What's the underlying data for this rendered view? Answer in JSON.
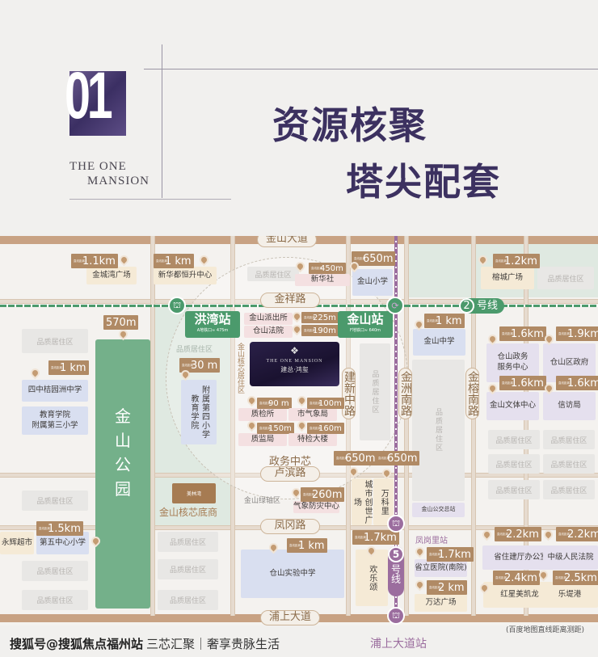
{
  "header": {
    "number": "01",
    "brand_line1": "THE ONE",
    "brand_line2": "MANSION",
    "title_line1": "资源核聚",
    "title_line2": "塔尖配套"
  },
  "colors": {
    "badge": "#b08a65",
    "line2": "#4b9a6c",
    "line5": "#9b6d9e",
    "title": "#3c3160",
    "park": "#74b08a"
  },
  "badge_prefix": "直线距离",
  "residential_label": "品质居住区",
  "roads": {
    "jinshan_dadao": "金山大道",
    "jinxiang_lu": "金祥路",
    "lubin_lu": "卢滨路",
    "fenggang_lu": "凤冈路",
    "pushang_dadao": "浦上大道",
    "jianxin_zhonglu": "建新中路",
    "jinzhou_nanlu": "金洲南路",
    "jinrong_nanlu": "金榕南路"
  },
  "metro": {
    "hongwan": {
      "name": "洪湾站",
      "sub": "A地铁口≈ 475m"
    },
    "jinshan": {
      "name": "金山站",
      "sub": "F地铁口≈ 640m"
    },
    "line2": {
      "num": "2",
      "label": "号线"
    },
    "line5": {
      "num": "5",
      "label": "号线"
    },
    "fenggangli": "凤岗里站",
    "pushang": "浦上大道站"
  },
  "park": {
    "name": "金山公园",
    "distance": "570m"
  },
  "project": {
    "en": "THE ONE MANSION",
    "cn": "建总·鸿玺"
  },
  "areas": {
    "core_residential": "金山核芯居住区",
    "gov_center": "政务中芯",
    "green_axis": "金山绿轴区",
    "core_retail": "金山核芯底商",
    "meilinwan": "美林湾"
  },
  "pois": [
    {
      "name": "金城湾广场",
      "distance": "1.1km"
    },
    {
      "name": "新华都恒升中心",
      "distance": "1 km"
    },
    {
      "name": "新华社",
      "distance": "450m"
    },
    {
      "name": "金山小学",
      "distance": "650m"
    },
    {
      "name": "榕城广场",
      "distance": "1.2km"
    },
    {
      "name": "金山派出所",
      "distance": "225m"
    },
    {
      "name": "仓山法院",
      "distance": "190m"
    },
    {
      "name": "四中桔园洲中学",
      "distance": "1 km"
    },
    {
      "name": "教育学院\n附属第三小学",
      "distance": null
    },
    {
      "name": "附属第四小学\n教育学院",
      "distance": "30 m"
    },
    {
      "name": "质检所",
      "distance": "90 m"
    },
    {
      "name": "市气象局",
      "distance": "100m"
    },
    {
      "name": "质监局",
      "distance": "150m"
    },
    {
      "name": "特检大楼",
      "distance": "160m"
    },
    {
      "name": "金山中学",
      "distance": "1 km"
    },
    {
      "name": "仓山政务\n服务中心",
      "distance": "1.6km"
    },
    {
      "name": "仓山区政府",
      "distance": "1.9km"
    },
    {
      "name": "金山文体中心",
      "distance": "1.6km"
    },
    {
      "name": "信访局",
      "distance": "1.6km"
    },
    {
      "name": "城市创世广场",
      "distance": "650m"
    },
    {
      "name": "万科里",
      "distance": "650m"
    },
    {
      "name": "气象防灾中心",
      "distance": "260m"
    },
    {
      "name": "永辉超市",
      "distance": null
    },
    {
      "name": "第五中心小学",
      "distance": "1.5km"
    },
    {
      "name": "仓山实验中学",
      "distance": "1 km"
    },
    {
      "name": "欢乐颂",
      "distance": "1.7km"
    },
    {
      "name": "省立医院(南院)",
      "distance": "1.7km"
    },
    {
      "name": "万达广场",
      "distance": "2 km"
    },
    {
      "name": "省住建厅办公室",
      "distance": "2.2km"
    },
    {
      "name": "中级人民法院",
      "distance": "2.2km"
    },
    {
      "name": "红星美凯龙",
      "distance": "2.4km"
    },
    {
      "name": "乐堤港",
      "distance": "2.5km"
    },
    {
      "name": "金山公交总站",
      "distance": null
    }
  ],
  "footer": {
    "tagline": "三芯汇聚｜奢享贵脉生活",
    "note": "(百度地图直线距离测距)",
    "watermark": "搜狐号@搜狐焦点福州站"
  }
}
